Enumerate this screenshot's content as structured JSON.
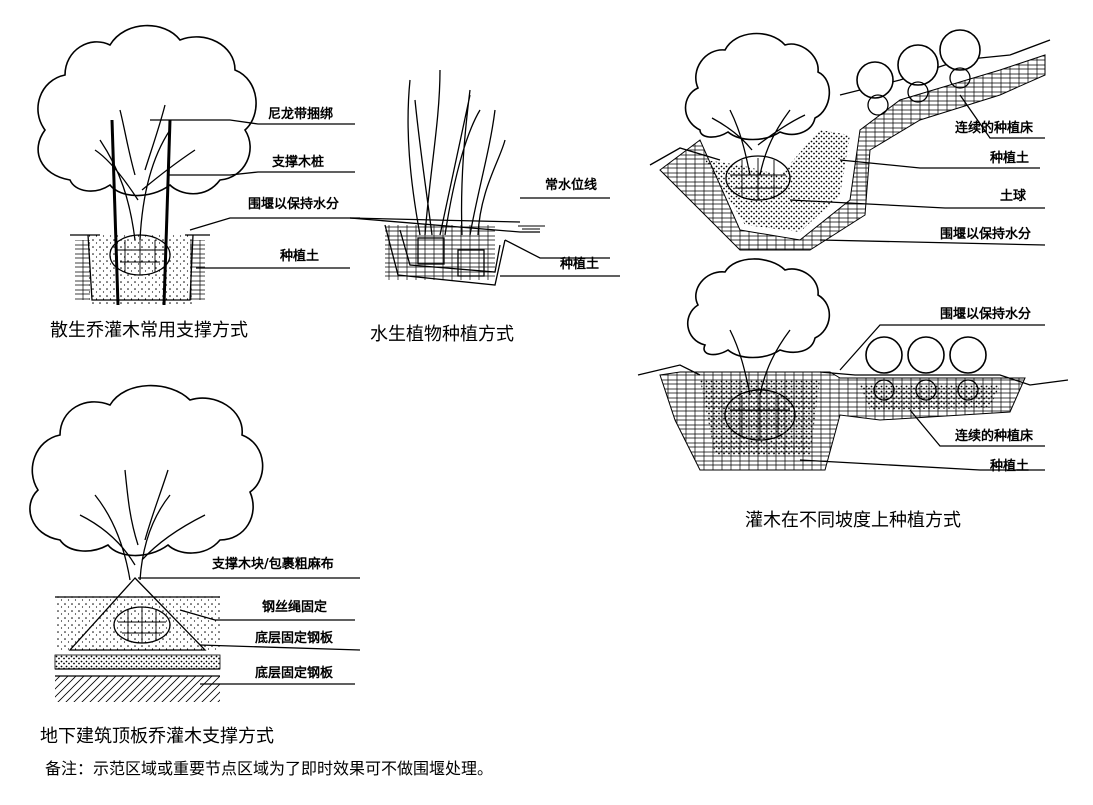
{
  "panel_scattered": {
    "caption": "散生乔灌木常用支撑方式",
    "labels": {
      "nylon": "尼龙带捆绑",
      "stake": "支撑木桩",
      "berm": "围堰以保持水分",
      "soil": "种植土"
    }
  },
  "panel_aquatic": {
    "caption": "水生植物种植方式",
    "labels": {
      "water": "常水位线",
      "soil": "种植土"
    }
  },
  "panel_slope": {
    "caption": "灌木在不同坡度上种植方式",
    "upper": {
      "bed": "连续的种植床",
      "soil": "种植土",
      "ball": "土球",
      "berm": "围堰以保持水分"
    },
    "lower": {
      "berm": "围堰以保持水分",
      "bed": "连续的种植床",
      "soil": "种植土"
    }
  },
  "panel_roof": {
    "caption": "地下建筑顶板乔灌木支撑方式",
    "labels": {
      "block": "支撑木块/包裹粗麻布",
      "wire": "钢丝绳固定",
      "plate1": "底层固定钢板",
      "plate2": "底层固定钢板"
    }
  },
  "note": "备注：示范区域或重要节点区域为了即时效果可不做围堰处理。"
}
